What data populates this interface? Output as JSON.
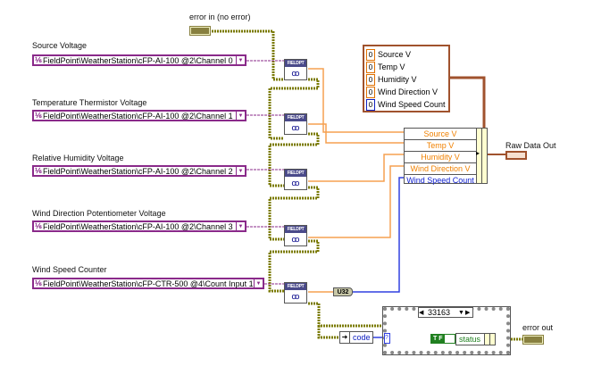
{
  "error_in": {
    "label": "error in (no error)"
  },
  "channels": [
    {
      "label": "Source Voltage",
      "path": "FieldPoint\\WeatherStation\\cFP-AI-100 @2\\Channel 0"
    },
    {
      "label": "Temperature Thermistor Voltage",
      "path": "FieldPoint\\WeatherStation\\cFP-AI-100 @2\\Channel 1"
    },
    {
      "label": "Relative Humidity Voltage",
      "path": "FieldPoint\\WeatherStation\\cFP-AI-100 @2\\Channel 2"
    },
    {
      "label": "Wind Direction Potentiometer Voltage",
      "path": "FieldPoint\\WeatherStation\\cFP-AI-100 @2\\Channel 3"
    },
    {
      "label": "Wind Speed Counter",
      "path": "FieldPoint\\WeatherStation\\cFP-CTR-500 @4\\Count Input 1"
    }
  ],
  "fieldpoint_node": {
    "header": "FIELDPT",
    "glyph": "ꝏ"
  },
  "cluster_constant": {
    "items": [
      {
        "value": "0",
        "label": "Source V",
        "type": "dbl"
      },
      {
        "value": "0",
        "label": "Temp V",
        "type": "dbl"
      },
      {
        "value": "0",
        "label": "Humidity V",
        "type": "dbl"
      },
      {
        "value": "0",
        "label": "Wind Direction V",
        "type": "dbl"
      },
      {
        "value": "0",
        "label": "Wind Speed Count",
        "type": "int"
      }
    ]
  },
  "bundle_by_name": {
    "items": [
      "Source V",
      "Temp V",
      "Humidity V",
      "Wind Direction V",
      "Wind Speed Count"
    ]
  },
  "raw_data_out": {
    "label": "Raw Data Out"
  },
  "u32_convert": {
    "label": "U32"
  },
  "unbundle": {
    "label": "code"
  },
  "case_structure": {
    "selector_value": "33163"
  },
  "true_false_constant": {
    "label": "T F"
  },
  "bundle_status": {
    "label": "status"
  },
  "error_out": {
    "label": "error out"
  },
  "colors": {
    "refnum_wire": "#8a2a8a",
    "error_wire": "#808000",
    "dbl_wire": "#f08000",
    "int_wire": "#2030d0",
    "cluster_wire": "#a0522d"
  }
}
